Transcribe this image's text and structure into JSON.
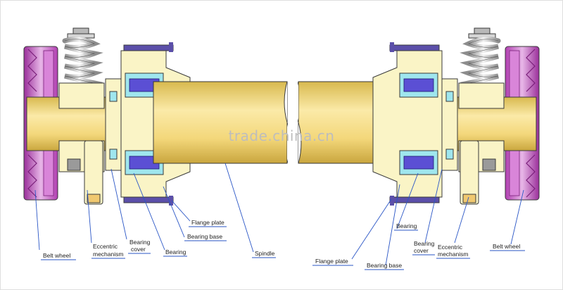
{
  "watermark": "trade.china.cn",
  "colors": {
    "shaft": "#f3d77a",
    "shaft_hi": "#fbeaa8",
    "shaft_dark": "#d8b94e",
    "housing": "#faf4c6",
    "wheel": "#c64ec6",
    "wheel_light": "#e7b6e7",
    "spring": "#c9c9c9",
    "flange_plate": "#5b4fa9",
    "bearing_cyan": "#9fe6ee",
    "bearing_roller": "#5b4fd4",
    "leader": "#2a56c6"
  },
  "labels": {
    "belt_wheel_left": "Belt wheel",
    "eccentric_left_1": "Eccentric",
    "eccentric_left_2": "mechanism",
    "bearing_cover_left_1": "Bearing",
    "bearing_cover_left_2": "cover",
    "bearing_left": "Bearing",
    "flange_plate_left": "Flange plate",
    "bearing_base_left": "Bearing base",
    "spindle": "Spindle",
    "flange_plate_right": "Flange plate",
    "bearing_base_right": "Bearing base",
    "bearing_right": "Bearing",
    "bearing_cover_right_1": "Bearing",
    "bearing_cover_right_2": "cover",
    "eccentric_right_1": "Eccentric",
    "eccentric_right_2": "mechanism",
    "belt_wheel_right": "Belt wheel"
  }
}
